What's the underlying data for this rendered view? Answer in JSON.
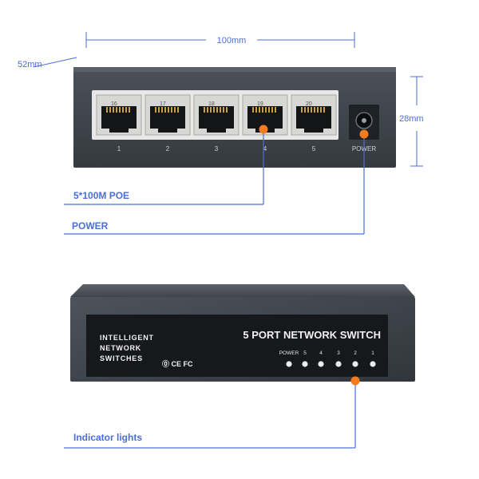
{
  "colors": {
    "dimension_line": "#4a6fd8",
    "dimension_text": "#4a6fd8",
    "accent_dot": "#f47a20",
    "case_dark": "#3b4047",
    "case_mid": "#4a5058",
    "front_panel": "#16181b",
    "port_frame": "#e8e8e6"
  },
  "dimensions": {
    "width_label": "100mm",
    "depth_label": "52mm",
    "height_label": "28mm"
  },
  "rear": {
    "port_numbers": [
      "16",
      "17",
      "18",
      "19",
      "20"
    ],
    "port_labels": [
      "1",
      "2",
      "3",
      "4",
      "5"
    ],
    "power_label": "POWER",
    "callout_poe": "5*100M POE",
    "callout_power": "POWER"
  },
  "front": {
    "title": "5 PORT NETWORK SWITCH",
    "brand_lines": [
      "INTELLIGENT",
      "NETWORK",
      "SWITCHES"
    ],
    "cert_marks": "⓪ CE FC",
    "led_labels": [
      "POWER",
      "5",
      "4",
      "3",
      "2",
      "1"
    ],
    "callout_lights": "Indicator lights"
  }
}
